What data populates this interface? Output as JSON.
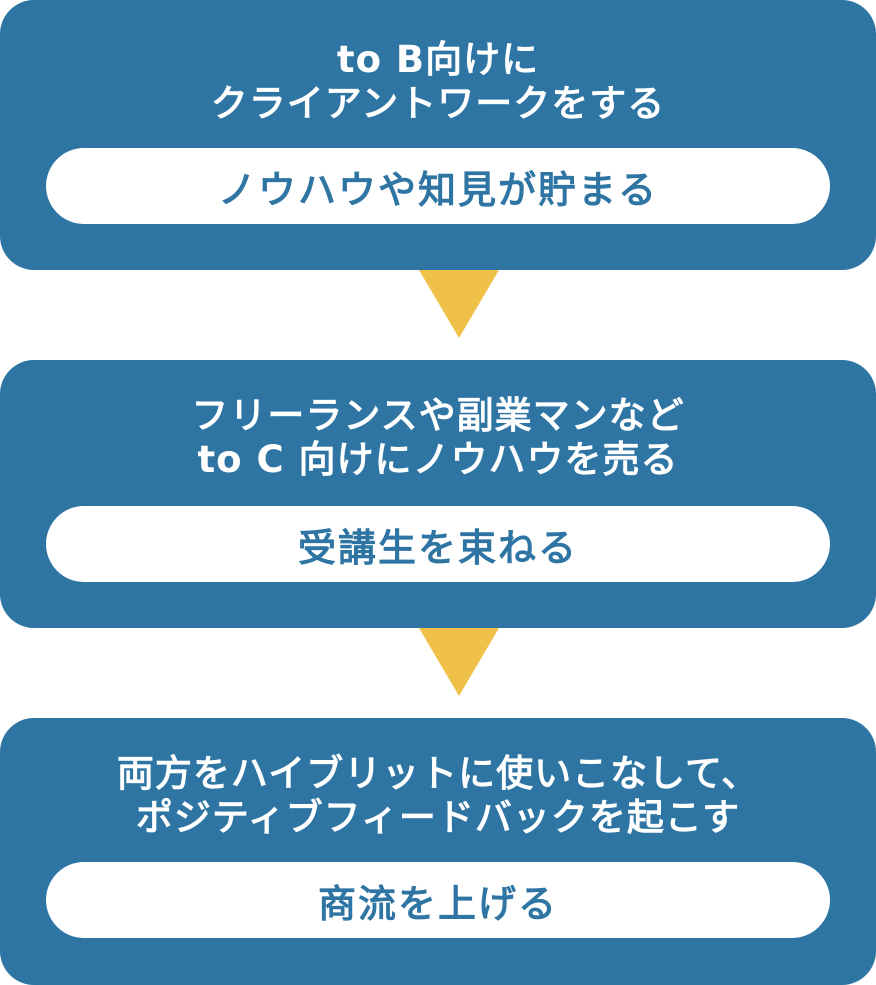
{
  "colors": {
    "box": "#2e75a3",
    "pill": "#ffffff",
    "pill_text": "#2e75a3",
    "title_text": "#ffffff",
    "arrow": "#f0c148"
  },
  "steps": [
    {
      "title_lines": [
        "to B向けに",
        "クライアントワークをする"
      ],
      "result": "ノウハウや知見が貯まる"
    },
    {
      "title_lines": [
        "フリーランスや副業マンなど",
        "to C 向けにノウハウを売る"
      ],
      "result": "受講生を束ねる"
    },
    {
      "title_lines": [
        "両方をハイブリットに使いこなして、",
        "ポジティブフィードバックを起こす"
      ],
      "result": "商流を上げる"
    }
  ],
  "connectors": [
    "arrow-down-icon",
    "arrow-down-icon"
  ]
}
